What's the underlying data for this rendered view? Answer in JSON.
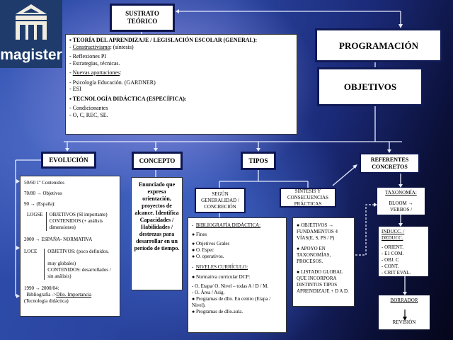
{
  "logo": {
    "text": "magister",
    "icon": "building-icon"
  },
  "sustrato": {
    "title_l1": "SUSTRATO",
    "title_l2": "TEÓRICO"
  },
  "theory": {
    "h1": "TEORÍA DEL APRENDIZAJE / LEGISLACIÓN ESCOLAR (GENERAL):",
    "constructivismo": "Constructivismo",
    "constructivismo_rest": ": (síntesis)",
    "reflexiones": "Reflexiones PI",
    "estrategias": "Estrategias, técnicas.",
    "nuevas": "Nuevas aportaciones",
    "nuevas_rest": ":",
    "psicologia": "Psicología Educación. (GARDNER)",
    "esi": "ESI",
    "h2": "TECNOLOGÍA DIDÁCTICA (ESPECÍFICA):",
    "condicionantes": "Condicionantes",
    "ocrec": "O, C, REC, SE."
  },
  "programacion": "PROGRAMACIÓN",
  "objetivos": "OBJETIVOS",
  "evolucion": {
    "title": "EVOLUCIÓN",
    "lines": [
      "50/60 1º Contenidos",
      "70/80 → Objetivos",
      "90 → (España):"
    ],
    "logse": "LOGSE",
    "logse_l1": "OBJETIVOS (SI importante)",
    "logse_l2": "CONTENIDOS (+ análisis dimensiones)",
    "y2000": "2000 → ESPAÑA- NORMATIVA",
    "loce": "LOCE",
    "loce_l1": "OBJETIVOS: (poco definidos,",
    "loce_l2": "muy globales)",
    "loce_l3": "CONTENIDOS: desarrollados / sin análisis)",
    "y1990": "1990 → 2000/04:",
    "biblio": "Bibliografía ->",
    "biblio_u": "Dllo. Importancia",
    "tecno": "(Tecnología didáctica)"
  },
  "concepto": {
    "title": "CONCEPTO",
    "text": "Enunciado que expresa orientación, proyectos de alcance. Identifica Capacidades / Habilidades / destrezas para desarrollar en un período de tiempo."
  },
  "tipos": {
    "title": "TIPOS",
    "segun": "SEGÚN GENERALIDAD / CONCRECIÓN",
    "sintesis": "SÍNTESIS Y CONSECUENCIAS PRÁCTICAS",
    "biblio_title": "BIBLIOGRAFÍA DIDÁCTICA:",
    "fines": "Fines",
    "grales": "Objetivos Grales",
    "espec": "O. Espec",
    "operativos": "O. operativos.",
    "niveles_title": "NIVELES CURRÍCULO:",
    "normativa": "Normativa curricular DCP:",
    "etapa": "O. Etapa/ O. Nivel – todas A / D / M.",
    "area": "O.  Área / Asig.",
    "programas_centro": "Programas de dllo. En centro (Etapa / Nivel).",
    "programas_aula": "Programas de dllo.aula.",
    "obj_fund": "OBJETIVOS → FUNDAMENTOS 4 VÍAS(E, S, PS / P)",
    "apoyo": "APOYO EN TAXONOMÍAS, PROCESOS.",
    "listado": "LISTADO GLOBAL QUE INCORPORA DISTINTOS TIPOS APRENDIZAJE  + D A D."
  },
  "referentes": {
    "title": "REFERENTES CONCRETOS",
    "taxonomia": "TAXONOMÍA:",
    "bloom": "BLOOM → VERBOS /",
    "inducc": "INDUCC. / DEDUCC.",
    "inducc_items": [
      "ORIENT.",
      "E1 COM.",
      "OBJ. C",
      "CONT.",
      "CRIT EVAL."
    ],
    "borrador": "BORRADOR",
    "revision": "REVISIÓN"
  }
}
